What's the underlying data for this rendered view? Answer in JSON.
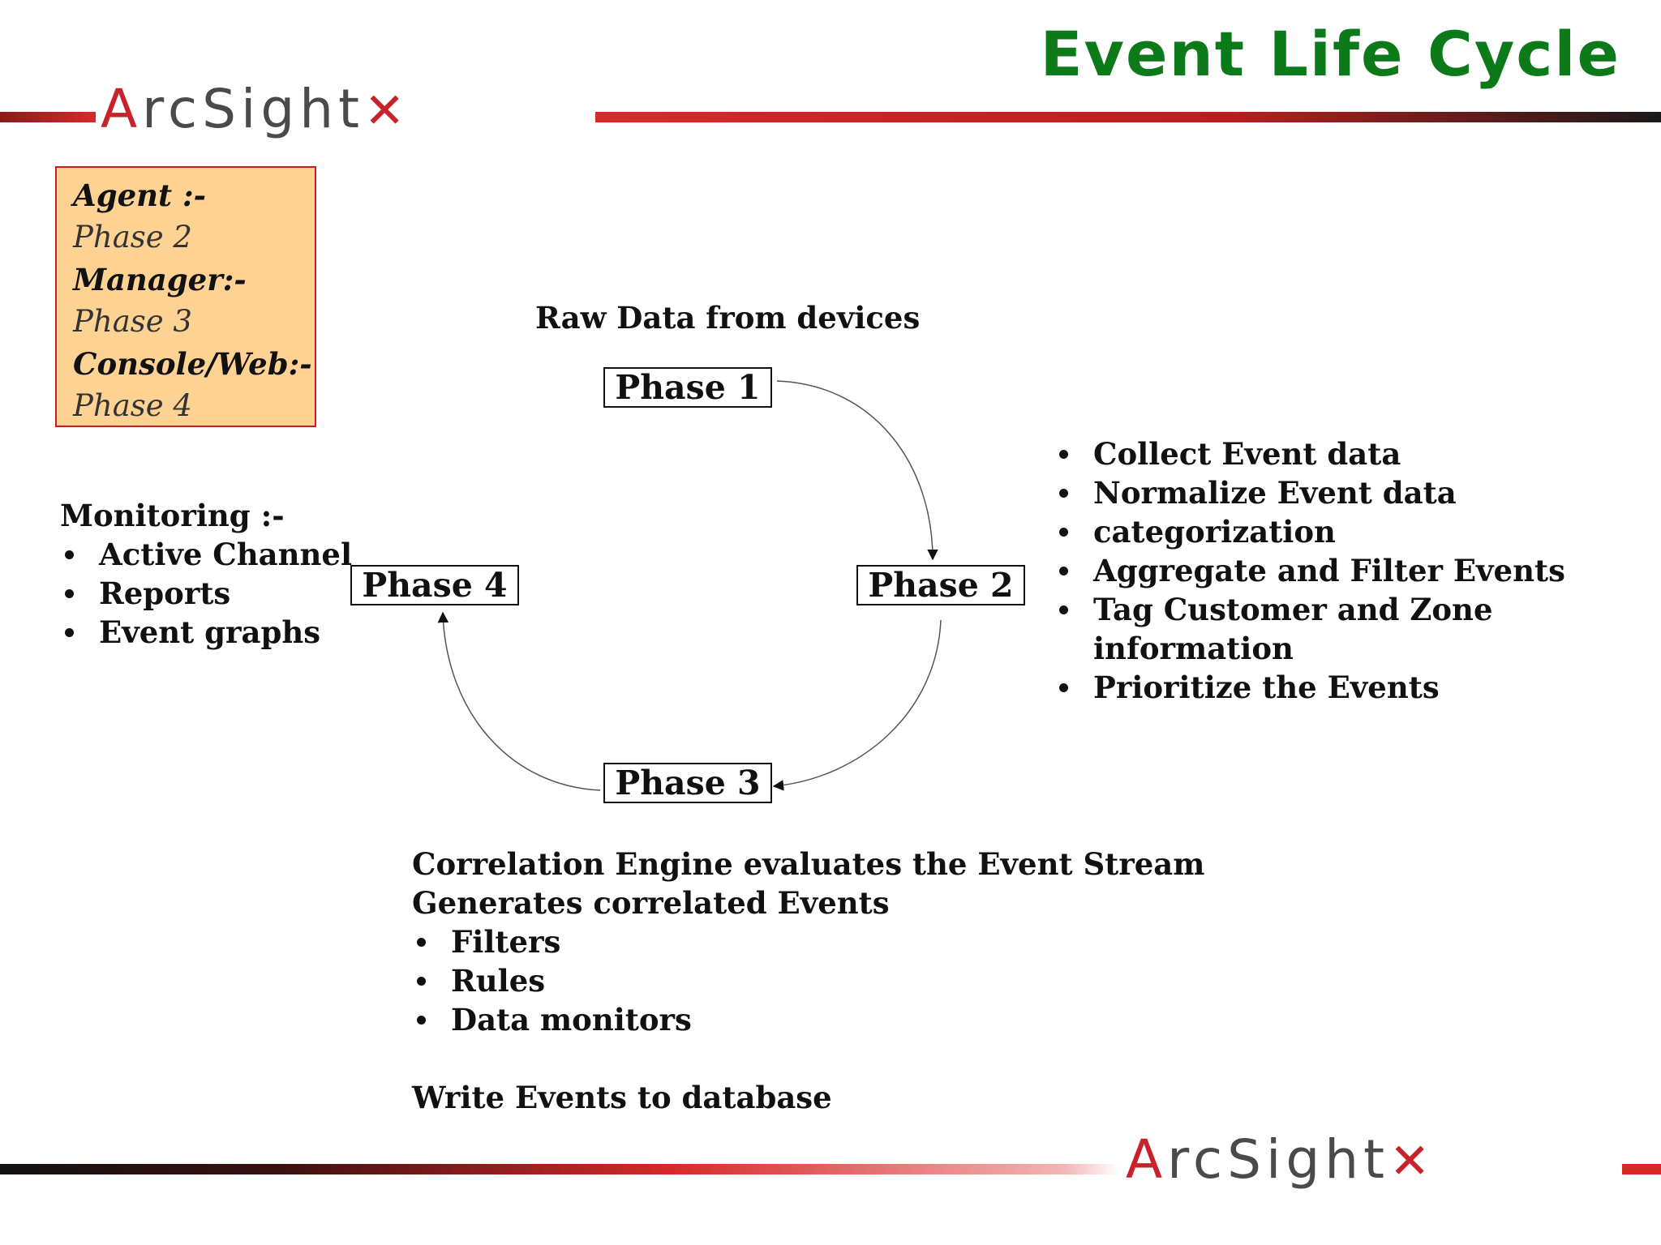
{
  "title": "Event Life Cycle",
  "logo": {
    "first_letter": "A",
    "rest": "rcSight",
    "mark": "✕"
  },
  "roles": [
    {
      "role": "Agent :-",
      "phase": "Phase 2"
    },
    {
      "role": "Manager:-",
      "phase": "Phase 3"
    },
    {
      "role": "Console/Web:-",
      "phase": "Phase 4"
    }
  ],
  "monitoring": {
    "heading": "Monitoring :-",
    "items": [
      "Active Channel",
      "Reports",
      "Event graphs"
    ]
  },
  "raw_data_label": "Raw Data from devices",
  "phases": [
    "Phase 1",
    "Phase 2",
    "Phase 3",
    "Phase 4"
  ],
  "phase2_tasks": [
    "Collect Event data",
    "Normalize Event data",
    "categorization",
    "Aggregate and Filter Events",
    "Tag Customer and Zone information",
    "Prioritize the Events"
  ],
  "phase3_notes": {
    "line1": "Correlation Engine evaluates the Event Stream",
    "line2": "Generates correlated Events",
    "items": [
      "Filters",
      "Rules",
      "Data monitors"
    ],
    "footer": "Write Events to database"
  }
}
